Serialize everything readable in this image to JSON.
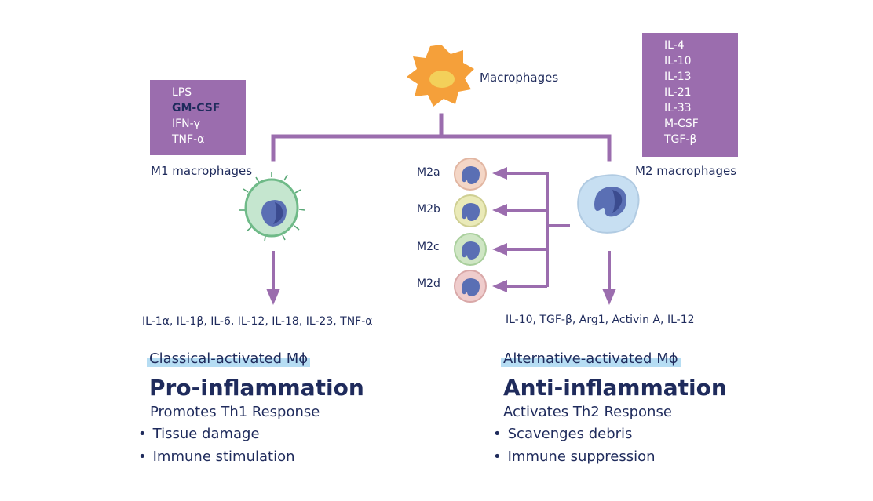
{
  "top": {
    "label": "Macrophages"
  },
  "m1": {
    "stimuli": [
      "LPS",
      "GM-CSF",
      "IFN-γ",
      "TNF-α"
    ],
    "label": "M1 macrophages",
    "cytokines": "IL-1α, IL-1β, IL-6, IL-12, IL-18, IL-23, TNF-α",
    "activation": "Classical-activated Mϕ",
    "role": "Pro-inflammation",
    "response": "Promotes Th1 Response",
    "effects": [
      "Tissue damage",
      "Immune stimulation"
    ]
  },
  "m2": {
    "stimuli": [
      "IL-4",
      "IL-10",
      "IL-13",
      "IL-21",
      "IL-33",
      "M-CSF",
      "TGF-β"
    ],
    "label": "M2 macrophages",
    "subtypes": [
      "M2a",
      "M2b",
      "M2c",
      "M2d"
    ],
    "cytokines": "IL-10, TGF-β, Arg1, Activin A, IL-12",
    "activation": "Alternative-activated Mϕ",
    "role": "Anti-inflammation",
    "response": "Activates Th2 Response",
    "effects": [
      "Scavenges debris",
      "Immune suppression"
    ]
  },
  "colors": {
    "box": "#9b6dae",
    "connector": "#9b6dae",
    "text": "#1f2b5c",
    "highlight": "#b6ddf3",
    "macrophage": "#f5a03a",
    "m1_cell": "#c5e6cf",
    "m2_cell": "#c7dff2",
    "nucleus": "#5a6fb4",
    "m2a_cell": "#f4d6c6",
    "m2b_cell": "#eaeab8",
    "m2c_cell": "#cfe6c4",
    "m2d_cell": "#efcccc"
  }
}
